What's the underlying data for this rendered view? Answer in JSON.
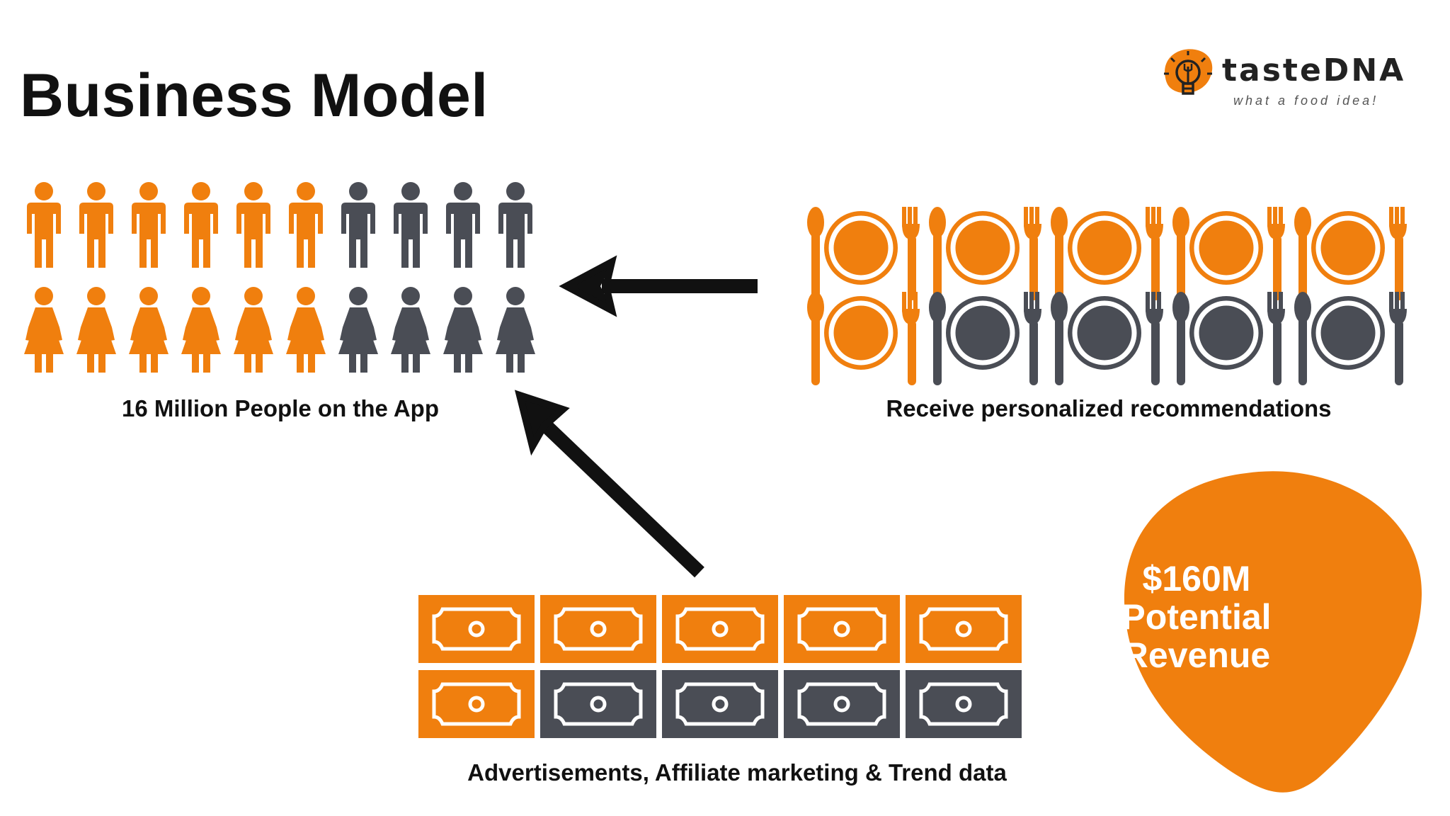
{
  "title": "Business Model",
  "logo": {
    "wordmark": "tasteDNA",
    "tagline": "what a food idea!",
    "icon": "lightbulb-fork-icon"
  },
  "people": {
    "caption": "16 Million People on the App",
    "rows": [
      {
        "figure": "man-icon",
        "highlighted": 6,
        "total": 10
      },
      {
        "figure": "woman-icon",
        "highlighted": 6,
        "total": 10
      }
    ]
  },
  "dining": {
    "caption": "Receive personalized recommendations",
    "rows": [
      {
        "figure": "plate-setting-icon",
        "highlighted": 5,
        "total": 5
      },
      {
        "figure": "plate-setting-icon",
        "highlighted": 1,
        "total": 5
      }
    ]
  },
  "money": {
    "caption": "Advertisements, Affiliate marketing & Trend data",
    "rows": [
      {
        "figure": "banknote-icon",
        "highlighted": 5,
        "total": 5
      },
      {
        "figure": "banknote-icon",
        "highlighted": 1,
        "total": 5
      }
    ]
  },
  "revenue": {
    "line1": "$160M",
    "line2": "Potential",
    "line3": "Revenue"
  },
  "colors": {
    "accent": "#F07F0E",
    "muted": "#4A4D55",
    "text": "#111111"
  }
}
